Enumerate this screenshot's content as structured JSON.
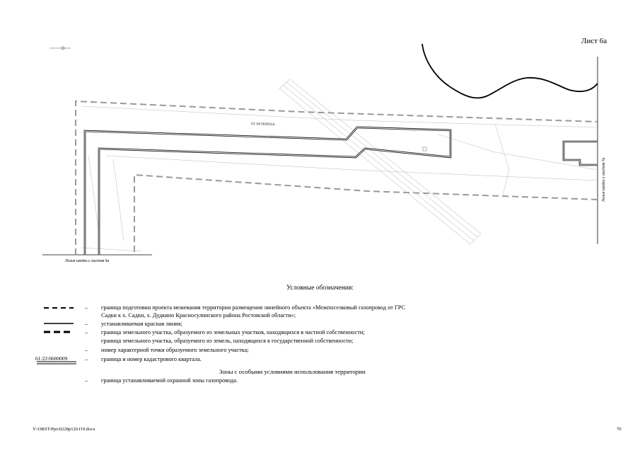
{
  "sheet": {
    "label": "Лист 6а"
  },
  "map": {
    "parcel_code": "61:34:0600016",
    "junction_bottom": "Линия сводки с листом 5а",
    "junction_right": "Линия сводки с листом 7а"
  },
  "legend": {
    "title": "Условные обозначения:",
    "items": [
      {
        "symbol": "boundary-dash-icon",
        "dash": "–",
        "lines": [
          "граница подготовки проекта межевания территории размещения линейного объекта «Межпоселковый газопровод от ГРС",
          "Садки к х. Садки, х. Дудкино Красносулинского района Ростовской области»;"
        ]
      },
      {
        "symbol": "red-line-icon",
        "dash": "–",
        "lines": [
          "устанавливаемая красная линия;"
        ]
      },
      {
        "symbol": "private-parcel-icon",
        "dash": "–",
        "lines": [
          "граница земельного участка, образуемого из земельных участков, находящихся в частной собственности;"
        ]
      },
      {
        "symbol": "state-parcel-icon",
        "dash": "",
        "lines": [
          "граница земельного участка, образуемого из земель, находящихся в государственной собственности;"
        ]
      },
      {
        "symbol": "point-icon",
        "dash": "–",
        "lines": [
          "номер характерной точки образуемого земельного участка;"
        ]
      },
      {
        "symbol": "cadastral-icon",
        "dash": "–",
        "lines": [
          "граница и номер кадастрового квартала."
        ]
      }
    ],
    "cadastral_code": "61:22:0600009",
    "zones_title": "Зоны с особыми условиями использования территории",
    "zones_items": [
      {
        "dash": "–",
        "text": "граница устанавливаемой охранной зоны газопровода."
      }
    ]
  },
  "footer": {
    "path": "Y:\\ORST\\Ppo\\0228p120.f19.docx",
    "page": "70"
  }
}
